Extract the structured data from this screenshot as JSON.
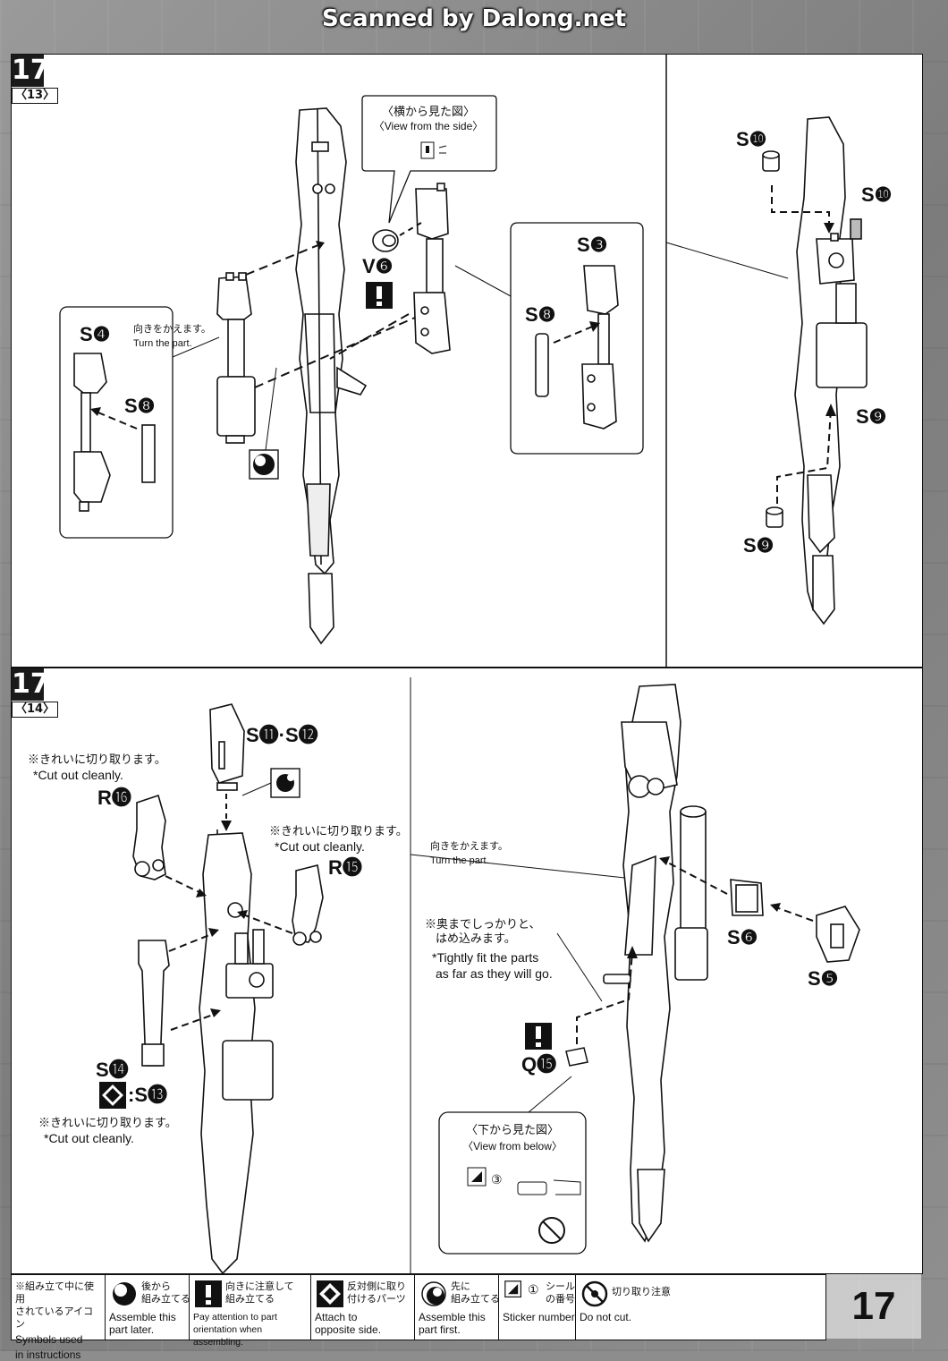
{
  "header": {
    "scanner_text": "Scanned by Dalong.net"
  },
  "step_top": {
    "number": "17",
    "sub": "〈13〉",
    "side_view_jp": "〈横から見た図〉",
    "side_view_en": "〈View from the side〉",
    "turn_jp": "向きをかえます。",
    "turn_en": "Turn the part.",
    "parts": {
      "v6": "V❻",
      "s4": "S❹",
      "s8_a": "S❽",
      "s3": "S❸",
      "s8_b": "S❽",
      "s10_a": "S❿",
      "s10_b": "S❿",
      "s9_a": "S❾",
      "s9_b": "S❾"
    }
  },
  "step_bottom": {
    "number": "17",
    "sub": "〈14〉",
    "cut_jp": "※きれいに切り取ります。",
    "cut_en": "*Cut out cleanly.",
    "turn_jp": "向きをかえます。",
    "turn_en": "Turn the part.",
    "fit_jp_1": "※奥までしっかりと、",
    "fit_jp_2": "はめ込みます。",
    "fit_en_1": "*Tightly fit the parts",
    "fit_en_2": "as far as they will go.",
    "below_jp": "〈下から見た図〉",
    "below_en": "〈View from below〉",
    "sticker_num": "③",
    "parts": {
      "s11_s12": "S⓫·S⓬",
      "r16": "R⓰",
      "r15": "R⓯",
      "s14": "S⓮",
      "s13": ":S⓭",
      "s6": "S❻",
      "s5": "S❺",
      "q15": "Q⓯"
    }
  },
  "legend": {
    "head_jp_1": "※組み立て中に使用",
    "head_jp_2": "されているアイコン",
    "head_en_1": "Symbols used",
    "head_en_2": "in instructions",
    "items": [
      {
        "jp": "後から\n組み立てる",
        "en": "Assemble this\npart later.",
        "icon": "half-circle-later-icon"
      },
      {
        "jp": "向きに注意して\n組み立てる",
        "en": "Pay attention to part\norientation when assembling.",
        "icon": "exclamation-icon"
      },
      {
        "jp": "反対側に取り\n付けるパーツ",
        "en": "Attach to\nopposite side.",
        "icon": "opposite-side-icon"
      },
      {
        "jp": "先に\n組み立てる",
        "en": "Assemble this\npart first.",
        "icon": "half-circle-first-icon"
      },
      {
        "jp": "シール\nの番号",
        "en": "Sticker number",
        "icon": "sticker-icon"
      },
      {
        "jp": "切り取り注意",
        "en": "Do not cut.",
        "icon": "do-not-cut-icon"
      }
    ]
  },
  "page_number": "17"
}
